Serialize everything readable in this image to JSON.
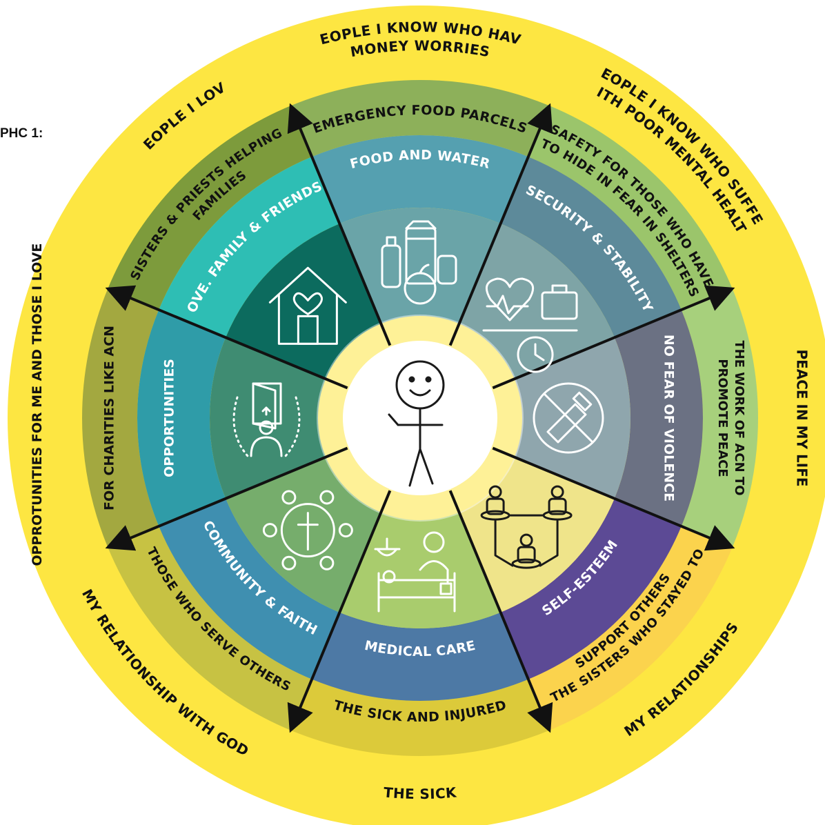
{
  "corner_label": "PHC 1:",
  "colors": {
    "outer_ring": "#fde642",
    "outer_ring_right": "#fde642",
    "arrow": "#111111",
    "center": "#ffffff"
  },
  "segments": [
    {
      "id": "food",
      "icon": "food-groceries-icon",
      "inner_color": "#6aa4a8",
      "middle_color": "#55a0b0",
      "middle_label": "FOOD AND  WATER",
      "ring2_color": "#8db05a",
      "ring2_label": "EMERGENCY FOOD PARCELS",
      "outer_label_lines": [
        "PEOPLE I KNOW WHO HAVE",
        "MONEY WORRIES"
      ]
    },
    {
      "id": "security",
      "icon": "health-work-balance-icon",
      "inner_color": "#7ea4a6",
      "middle_color": "#5d8a9a",
      "middle_label": "SECURITY & STABILITY",
      "ring2_color": "#9bc56b",
      "ring2_label_lines": [
        "SAFETY FOR THOSE WHO HAVE",
        "TO HIDE IN FEAR IN SHELTERS"
      ],
      "outer_label_lines": [
        "PEOPLE I KNOW WHO SUFFER",
        "WITH POOR MENTAL HEALTH"
      ]
    },
    {
      "id": "violence",
      "icon": "no-weapons-icon",
      "inner_color": "#8fa6ad",
      "middle_color": "#6b7183",
      "middle_label": "NO FEAR OF VIOLENCE",
      "ring2_color": "#a7d07c",
      "ring2_label_lines": [
        "THE WORK OF ACN TO",
        "PROMOTE PEACE"
      ],
      "outer_label_lines": [
        "PEACE IN MY LIFE"
      ]
    },
    {
      "id": "esteem",
      "icon": "people-network-icon",
      "inner_color": "#efe48a",
      "middle_color": "#5c4a95",
      "middle_label": "SELF-ESTEEM",
      "ring2_color": "#fbd34d",
      "ring2_label_lines": [
        "THE SISTERS WHO STAYED TO",
        "SUPPORT OTHERS"
      ],
      "outer_label_lines": [
        "MY RELATIONSHIPS"
      ]
    },
    {
      "id": "medical",
      "icon": "hospital-bed-icon",
      "inner_color": "#a9cc6d",
      "middle_color": "#4d79a5",
      "middle_label": "MEDICAL CARE",
      "ring2_color": "#dcca3a",
      "ring2_label": "THE SICK  AND INJURED",
      "outer_label_lines": [
        "THE SICK"
      ]
    },
    {
      "id": "community",
      "icon": "community-cross-icon",
      "inner_color": "#76ad6c",
      "middle_color": "#3f8fb0",
      "middle_label": "COMMUNITY & FAITH",
      "ring2_color": "#c7c243",
      "ring2_label": "THOSE WHO SERVE OTHERS",
      "outer_label_lines": [
        "MY RELATIONSHIP WITH GOD"
      ]
    },
    {
      "id": "opportunities",
      "icon": "opportunity-door-icon",
      "inner_color": "#3f8c72",
      "middle_color": "#2f9ca8",
      "middle_label": "OPPORTUNITIES",
      "ring2_color": "#a3a840",
      "ring2_label": "FOR CHARITIES LIKE ACN",
      "outer_label_lines": [
        "OPPROTUNITIES FOR ME AND THOSE I LOVE"
      ]
    },
    {
      "id": "love",
      "icon": "house-heart-icon",
      "inner_color": "#0c6b5e",
      "middle_color": "#2ebeb4",
      "middle_label": "LOVE. FAMILY & FRIENDS",
      "ring2_color": "#7d9b3c",
      "ring2_label_lines": [
        "SISTERS & PRIESTS HELPING",
        "FAMILIES"
      ],
      "outer_label_lines": [
        "PEOPLE I LOVE"
      ]
    }
  ],
  "center_icon": "stick-figure-icon"
}
